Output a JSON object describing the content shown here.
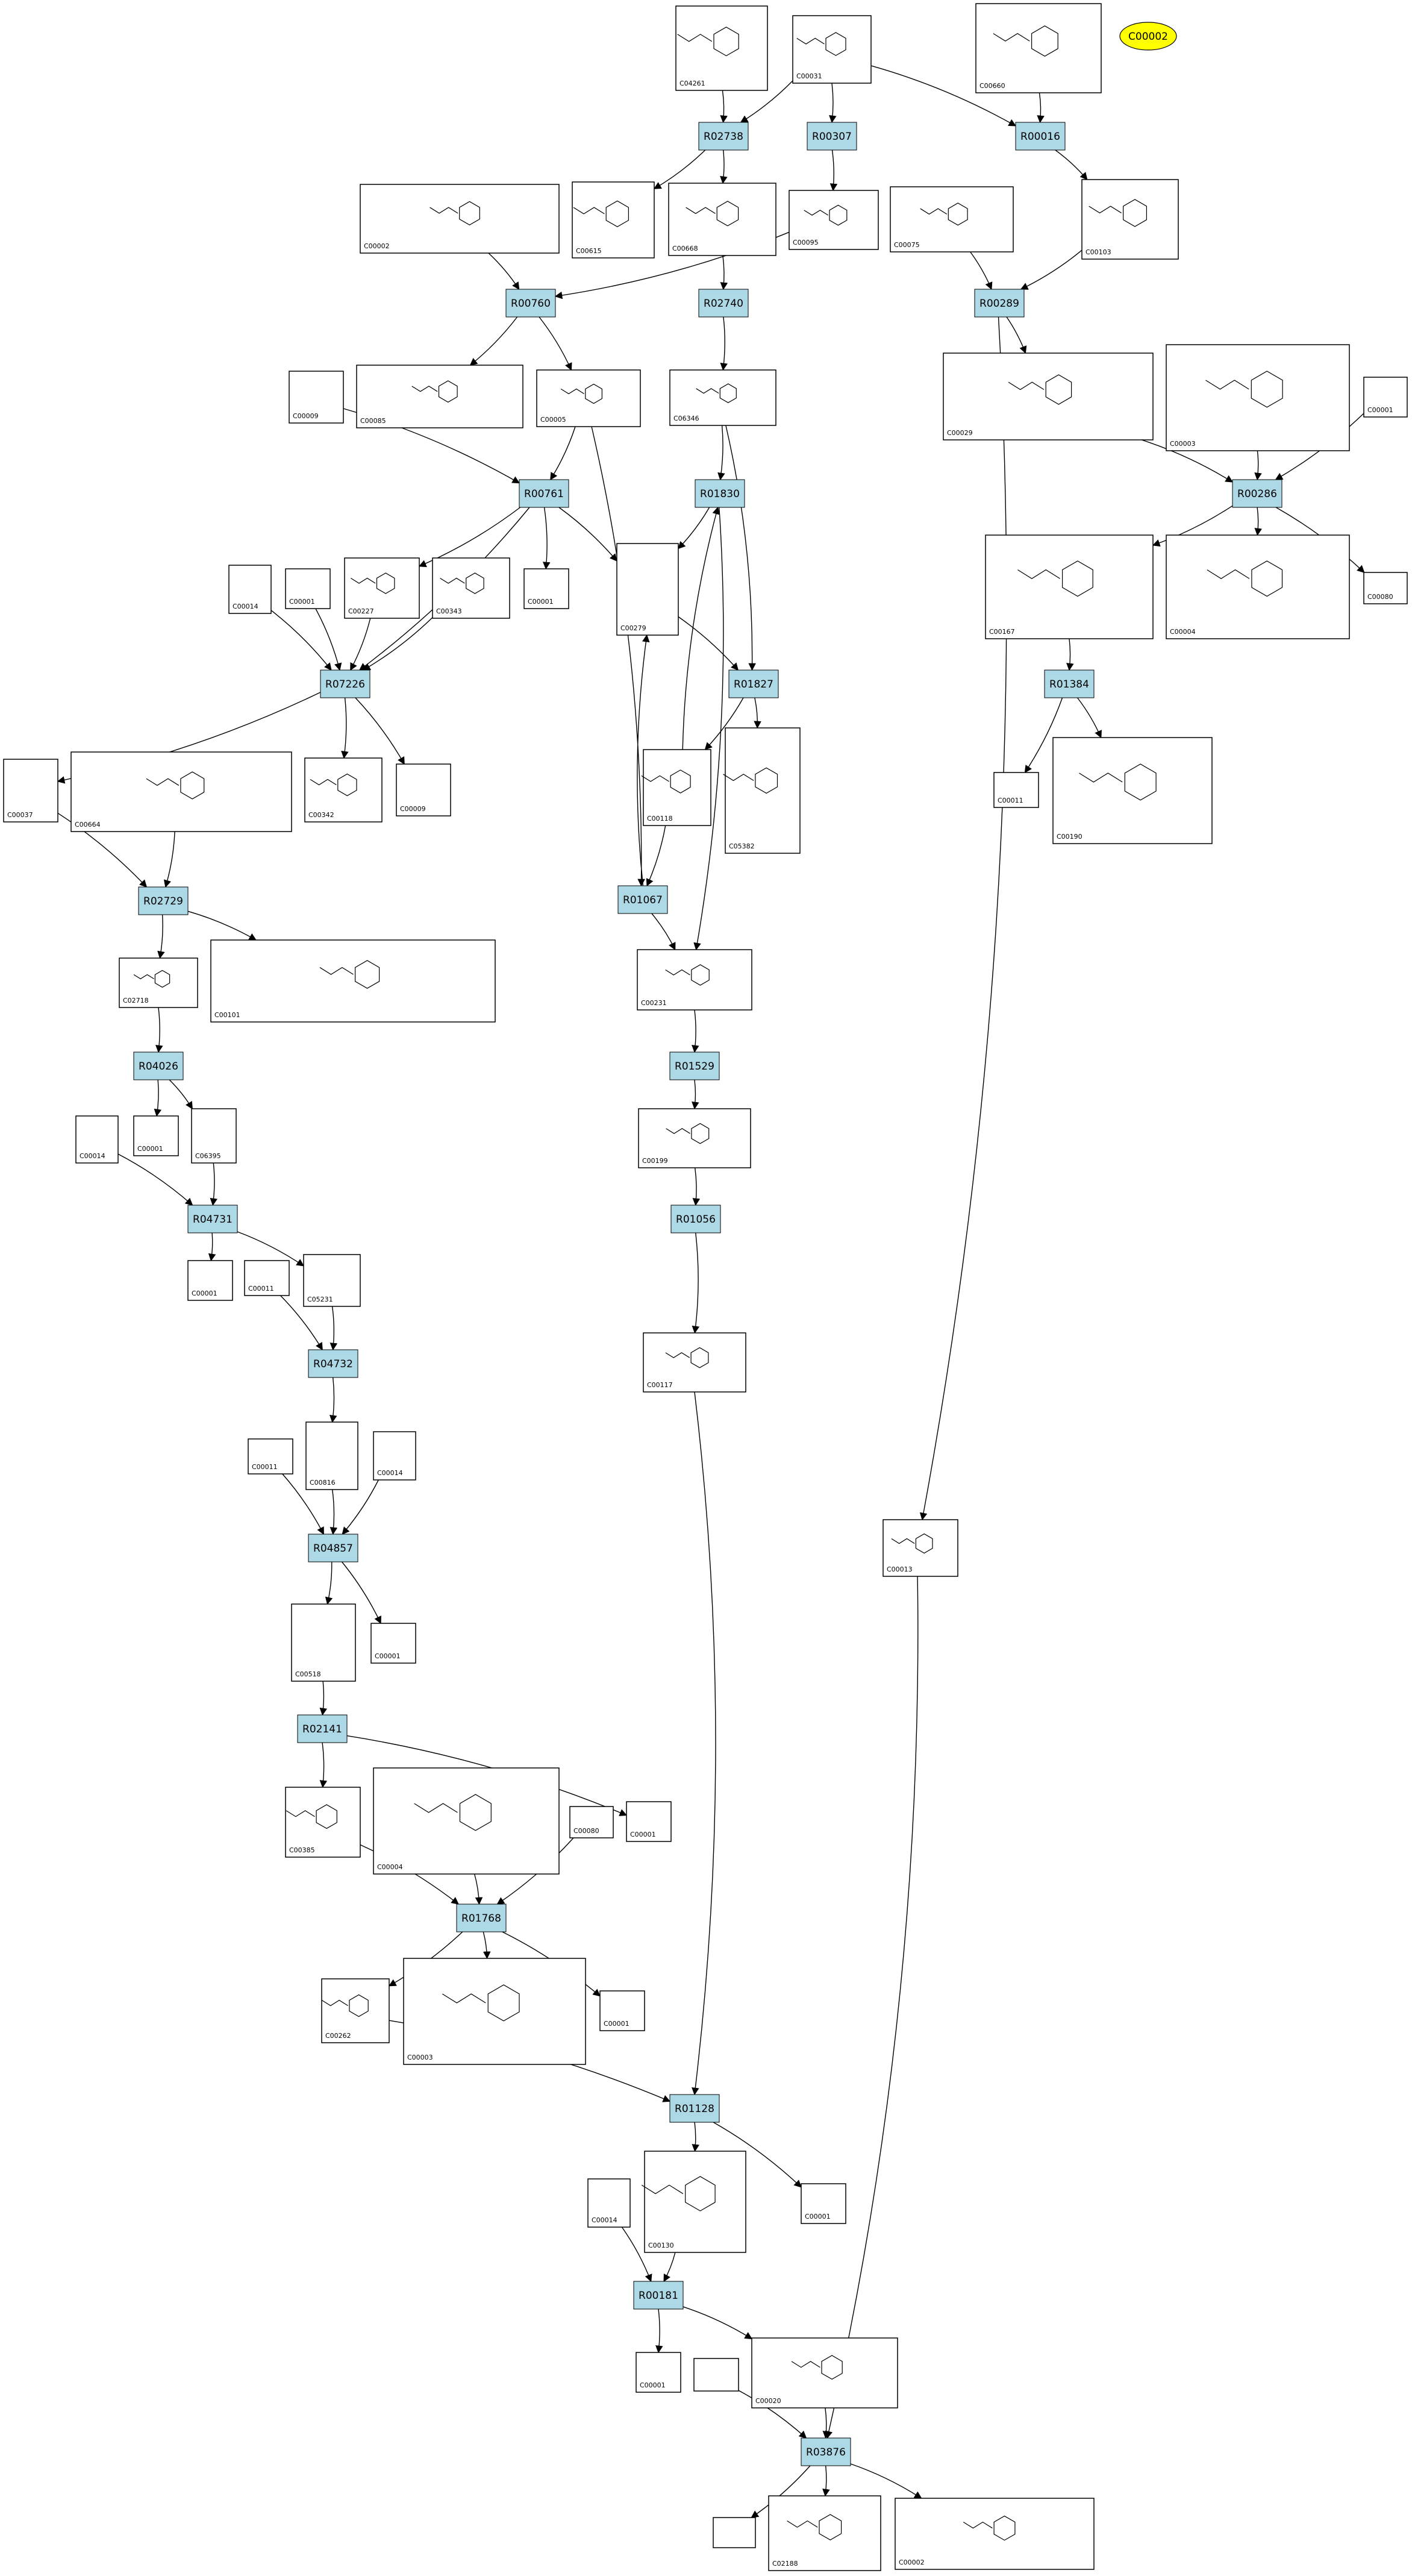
{
  "colors": {
    "reaction_fill": "#add8e6",
    "compound_border": "#000000",
    "edge": "#000000",
    "highlight_fill": "#ffff00"
  },
  "highlight": {
    "id": "C00002"
  },
  "compounds": [
    {
      "id": "C04261",
      "label": "C04261"
    },
    {
      "id": "C00031",
      "label": "C00031"
    },
    {
      "id": "C00660",
      "label": "C00660"
    },
    {
      "id": "C00002_a",
      "label": "C00002"
    },
    {
      "id": "C00615",
      "label": "C00615"
    },
    {
      "id": "C00668",
      "label": "C00668"
    },
    {
      "id": "C00095",
      "label": "C00095"
    },
    {
      "id": "C00075",
      "label": "C00075"
    },
    {
      "id": "C00103",
      "label": "C00103"
    },
    {
      "id": "C00009_a",
      "label": "C00009"
    },
    {
      "id": "C00005",
      "label": "C00005"
    },
    {
      "id": "C00085",
      "label": "C00085"
    },
    {
      "id": "C06346",
      "label": "C06346"
    },
    {
      "id": "C00029",
      "label": "C00029"
    },
    {
      "id": "C00003_a",
      "label": "C00003"
    },
    {
      "id": "C00001_a",
      "label": "C00001"
    },
    {
      "id": "C00014_a",
      "label": "C00014"
    },
    {
      "id": "C00001_b",
      "label": "C00001"
    },
    {
      "id": "C00227",
      "label": "C00227"
    },
    {
      "id": "C00343",
      "label": "C00343"
    },
    {
      "id": "C00001_c",
      "label": "C00001"
    },
    {
      "id": "C00279",
      "label": "C00279"
    },
    {
      "id": "C00167",
      "label": "C00167"
    },
    {
      "id": "C00004_a",
      "label": "C00004"
    },
    {
      "id": "C00080_a",
      "label": "C00080"
    },
    {
      "id": "C00037",
      "label": "C00037"
    },
    {
      "id": "C00664",
      "label": "C00664"
    },
    {
      "id": "C00342",
      "label": "C00342"
    },
    {
      "id": "C00009_b",
      "label": "C00009"
    },
    {
      "id": "C00118",
      "label": "C00118"
    },
    {
      "id": "C05382",
      "label": "C05382"
    },
    {
      "id": "C00011_a",
      "label": "C00011"
    },
    {
      "id": "C00190",
      "label": "C00190"
    },
    {
      "id": "C02718",
      "label": "C02718"
    },
    {
      "id": "C00101",
      "label": "C00101"
    },
    {
      "id": "C00231",
      "label": "C00231"
    },
    {
      "id": "C00014_b",
      "label": "C00014"
    },
    {
      "id": "C00001_d",
      "label": "C00001"
    },
    {
      "id": "C06395",
      "label": "C06395"
    },
    {
      "id": "C00199",
      "label": "C00199"
    },
    {
      "id": "C00001_e",
      "label": "C00001"
    },
    {
      "id": "C00011_b",
      "label": "C00011"
    },
    {
      "id": "C05231",
      "label": "C05231"
    },
    {
      "id": "C00117",
      "label": "C00117"
    },
    {
      "id": "C00011_c",
      "label": "C00011"
    },
    {
      "id": "C00816",
      "label": "C00816"
    },
    {
      "id": "C00014_c",
      "label": "C00014"
    },
    {
      "id": "C00013",
      "label": "C00013"
    },
    {
      "id": "C00518",
      "label": "C00518"
    },
    {
      "id": "C00001_f",
      "label": "C00001"
    },
    {
      "id": "C00385",
      "label": "C00385"
    },
    {
      "id": "C00004_b",
      "label": "C00004"
    },
    {
      "id": "C00080_b",
      "label": "C00080"
    },
    {
      "id": "C00001_g",
      "label": "C00001"
    },
    {
      "id": "C00262",
      "label": "C00262"
    },
    {
      "id": "C00003_b",
      "label": "C00003"
    },
    {
      "id": "C00001_h",
      "label": "C00001"
    },
    {
      "id": "C00001_i",
      "label": "C00001"
    },
    {
      "id": "C00014_d",
      "label": "C00014"
    },
    {
      "id": "C00130",
      "label": "C00130"
    },
    {
      "id": "C00001_j",
      "label": "C00001"
    },
    {
      "id": "blank_a",
      "label": ""
    },
    {
      "id": "C00020",
      "label": "C00020"
    },
    {
      "id": "blank_b",
      "label": ""
    },
    {
      "id": "C02188",
      "label": "C02188"
    },
    {
      "id": "C00002_b",
      "label": "C00002"
    }
  ],
  "reactions": [
    {
      "id": "R02738",
      "label": "R02738"
    },
    {
      "id": "R00307",
      "label": "R00307"
    },
    {
      "id": "R00016",
      "label": "R00016"
    },
    {
      "id": "R00760",
      "label": "R00760"
    },
    {
      "id": "R02740",
      "label": "R02740"
    },
    {
      "id": "R00289",
      "label": "R00289"
    },
    {
      "id": "R00761",
      "label": "R00761"
    },
    {
      "id": "R01830",
      "label": "R01830"
    },
    {
      "id": "R00286",
      "label": "R00286"
    },
    {
      "id": "R07226",
      "label": "R07226"
    },
    {
      "id": "R01827",
      "label": "R01827"
    },
    {
      "id": "R01384",
      "label": "R01384"
    },
    {
      "id": "R02729",
      "label": "R02729"
    },
    {
      "id": "R01067",
      "label": "R01067"
    },
    {
      "id": "R04026",
      "label": "R04026"
    },
    {
      "id": "R01529",
      "label": "R01529"
    },
    {
      "id": "R04731",
      "label": "R04731"
    },
    {
      "id": "R01056",
      "label": "R01056"
    },
    {
      "id": "R04732",
      "label": "R04732"
    },
    {
      "id": "R04857",
      "label": "R04857"
    },
    {
      "id": "R02141",
      "label": "R02141"
    },
    {
      "id": "R01768",
      "label": "R01768"
    },
    {
      "id": "R01128",
      "label": "R01128"
    },
    {
      "id": "R00181",
      "label": "R00181"
    },
    {
      "id": "R03876",
      "label": "R03876"
    }
  ],
  "edges": [
    [
      "C04261",
      "R02738"
    ],
    [
      "C00031",
      "R02738"
    ],
    [
      "C00031",
      "R00307"
    ],
    [
      "C00031",
      "R00016"
    ],
    [
      "C00660",
      "R00016"
    ],
    [
      "R02738",
      "C00615"
    ],
    [
      "R02738",
      "C00668"
    ],
    [
      "R00307",
      "C00095"
    ],
    [
      "R00016",
      "C00103"
    ],
    [
      "C00002_a",
      "R00760"
    ],
    [
      "C00095",
      "R00760"
    ],
    [
      "C00668",
      "R02740"
    ],
    [
      "C00075",
      "R00289"
    ],
    [
      "C00103",
      "R00289"
    ],
    [
      "R00760",
      "C00085"
    ],
    [
      "R00760",
      "C00005"
    ],
    [
      "R02740",
      "C06346"
    ],
    [
      "R00289",
      "C00029"
    ],
    [
      "R00289",
      "C00013"
    ],
    [
      "C00009_a",
      "R00761"
    ],
    [
      "C00005",
      "R00761"
    ],
    [
      "C06346",
      "R01830"
    ],
    [
      "C06346",
      "R01827"
    ],
    [
      "C00029",
      "R00286"
    ],
    [
      "C00003_a",
      "R00286"
    ],
    [
      "C00001_a",
      "R00286"
    ],
    [
      "R00761",
      "C00227"
    ],
    [
      "R00761",
      "C00001_c"
    ],
    [
      "R00761",
      "C00279"
    ],
    [
      "R00761",
      "R07226"
    ],
    [
      "R01830",
      "C00279"
    ],
    [
      "R01830",
      "C00231"
    ],
    [
      "R00286",
      "C00167"
    ],
    [
      "R00286",
      "C00004_a"
    ],
    [
      "R00286",
      "C00080_a"
    ],
    [
      "C00014_a",
      "R07226"
    ],
    [
      "C00001_b",
      "R07226"
    ],
    [
      "C00227",
      "R07226"
    ],
    [
      "C00343",
      "R07226"
    ],
    [
      "C00279",
      "R01827"
    ],
    [
      "C00005",
      "R01067"
    ],
    [
      "R07226",
      "C00037"
    ],
    [
      "R07226",
      "C00342"
    ],
    [
      "R07226",
      "C00009_b"
    ],
    [
      "R01827",
      "C00118"
    ],
    [
      "R01827",
      "C05382"
    ],
    [
      "C00118",
      "R01830"
    ],
    [
      "C00118",
      "R01067"
    ],
    [
      "R01067",
      "C00279"
    ],
    [
      "C00167",
      "R01384"
    ],
    [
      "R01384",
      "C00011_a"
    ],
    [
      "R01384",
      "C00190"
    ],
    [
      "C00037",
      "R02729"
    ],
    [
      "C00664",
      "R02729"
    ],
    [
      "R02729",
      "C02718"
    ],
    [
      "R02729",
      "C00101"
    ],
    [
      "R01067",
      "C00231"
    ],
    [
      "C02718",
      "R04026"
    ],
    [
      "C00231",
      "R01529"
    ],
    [
      "R04026",
      "C00001_d"
    ],
    [
      "R04026",
      "C06395"
    ],
    [
      "R01529",
      "C00199"
    ],
    [
      "C00014_b",
      "R04731"
    ],
    [
      "C06395",
      "R04731"
    ],
    [
      "C00199",
      "R01056"
    ],
    [
      "R04731",
      "C00001_e"
    ],
    [
      "R04731",
      "C05231"
    ],
    [
      "R01056",
      "C00117"
    ],
    [
      "C00011_b",
      "R04732"
    ],
    [
      "C05231",
      "R04732"
    ],
    [
      "R04732",
      "C00816"
    ],
    [
      "C00011_c",
      "R04857"
    ],
    [
      "C00816",
      "R04857"
    ],
    [
      "C00014_c",
      "R04857"
    ],
    [
      "R04857",
      "C00518"
    ],
    [
      "R04857",
      "C00001_f"
    ],
    [
      "C00518",
      "R02141"
    ],
    [
      "R02141",
      "C00385"
    ],
    [
      "R02141",
      "C00001_g"
    ],
    [
      "C00385",
      "R01768"
    ],
    [
      "C00004_b",
      "R01768"
    ],
    [
      "C00080_b",
      "R01768"
    ],
    [
      "R01768",
      "C00262"
    ],
    [
      "R01768",
      "C00003_b"
    ],
    [
      "R01768",
      "C00001_h"
    ],
    [
      "C00262",
      "R01128"
    ],
    [
      "C00117",
      "R01128"
    ],
    [
      "R01128",
      "C00130"
    ],
    [
      "R01128",
      "C00001_i"
    ],
    [
      "C00014_d",
      "R00181"
    ],
    [
      "C00130",
      "R00181"
    ],
    [
      "R00181",
      "C00001_j"
    ],
    [
      "R00181",
      "C00020"
    ],
    [
      "C00013",
      "R03876"
    ],
    [
      "C00020",
      "R03876"
    ],
    [
      "blank_a",
      "R03876"
    ],
    [
      "R03876",
      "blank_b"
    ],
    [
      "R03876",
      "C02188"
    ],
    [
      "R03876",
      "C00002_b"
    ]
  ]
}
